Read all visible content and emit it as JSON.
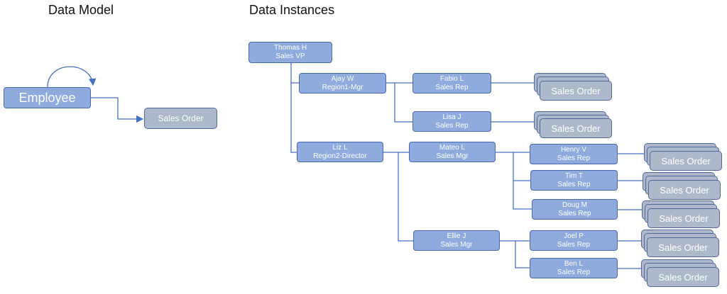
{
  "titles": {
    "model": "Data Model",
    "instances": "Data Instances"
  },
  "model": {
    "employee": "Employee",
    "sales_order": "Sales Order"
  },
  "sales_order_label": "Sales Order",
  "nodes": {
    "thomas": {
      "name": "Thomas H",
      "role": "Sales VP"
    },
    "ajay": {
      "name": "Ajay W",
      "role": "Region1-Mgr"
    },
    "fabio": {
      "name": "Fabio L",
      "role": "Sales Rep"
    },
    "lisa": {
      "name": "Lisa J",
      "role": "Sales Rep"
    },
    "liz": {
      "name": "Liz L",
      "role": "Region2-Director"
    },
    "mateo": {
      "name": "Mateo L",
      "role": "Sales  Mgr"
    },
    "ellie": {
      "name": "Ellie J",
      "role": "Sales Mgr"
    },
    "henry": {
      "name": "Henry V",
      "role": "Sales  Rep"
    },
    "tim": {
      "name": "Tim T",
      "role": "Sales  Rep"
    },
    "doug": {
      "name": "Doug M",
      "role": "Sales  Rep"
    },
    "joel": {
      "name": "Joel P",
      "role": "Sales  Rep"
    },
    "ben": {
      "name": "Ben L",
      "role": "Sales  Rep"
    }
  },
  "colors": {
    "employee_fill": "#8faadc",
    "order_fill": "#adb9ca",
    "connector": "#4472c4"
  }
}
